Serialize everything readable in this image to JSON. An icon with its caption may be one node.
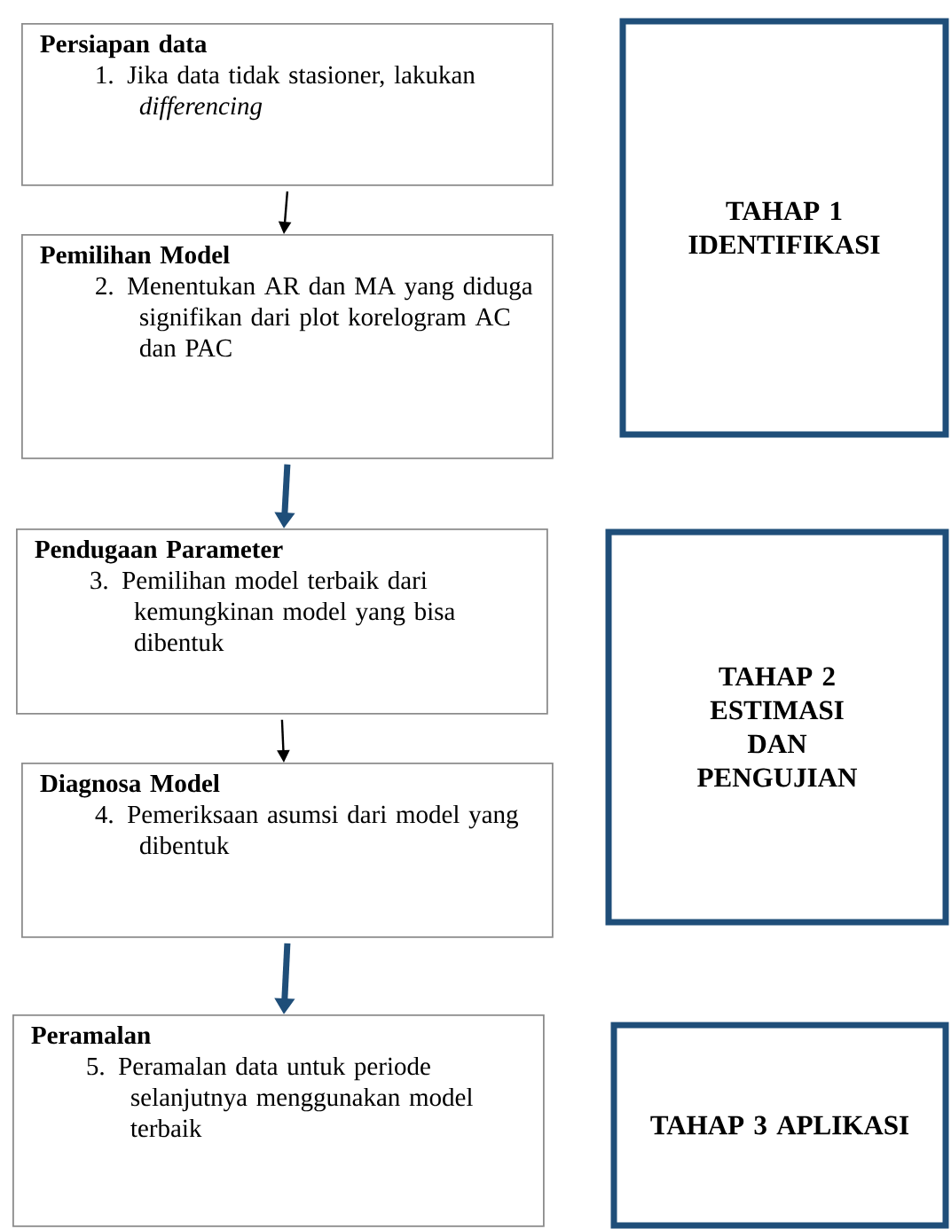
{
  "diagram": {
    "nodes": [
      {
        "text": [
          "Persiapan data",
          "1. Jika data tidak stasioner, lakukan *differencing*"
        ]
      },
      {
        "text": [
          "Pemilihan Model",
          "2. Menentukan AR dan MA yang diduga signifikan dari plot korelogram AC dan PAC"
        ]
      },
      {
        "text": [
          "Pendugaan Parameter",
          "3. Pemilihan model terbaik dari kemungkinan model yang bisa dibentuk"
        ]
      },
      {
        "text": [
          "Diagnosa Model",
          "4. Pemeriksaan asumsi dari model yang dibentuk"
        ]
      },
      {
        "text": [
          "Peramalan",
          "5. Peramalan data untuk periode selanjutnya menggunakan model terbaik"
        ]
      },
      {
        "text": [
          "TAHAP 1 IDENTIFIKASI"
        ]
      },
      {
        "text": [
          "TAHAP 2 ESTIMASI DAN PENGUJIAN"
        ]
      },
      {
        "text": [
          "TAHAP 3 APLIKASI"
        ]
      }
    ],
    "edges": [
      {
        "from": 0,
        "to": 1,
        "arrow": "to"
      },
      {
        "from": 1,
        "to": 2,
        "arrow": "to",
        "style": "thick",
        "color": "#1f4e79"
      },
      {
        "from": 2,
        "to": 3,
        "arrow": "to"
      },
      {
        "from": 3,
        "to": 4,
        "arrow": "to",
        "style": "thick",
        "color": "#1f4e79"
      }
    ]
  }
}
